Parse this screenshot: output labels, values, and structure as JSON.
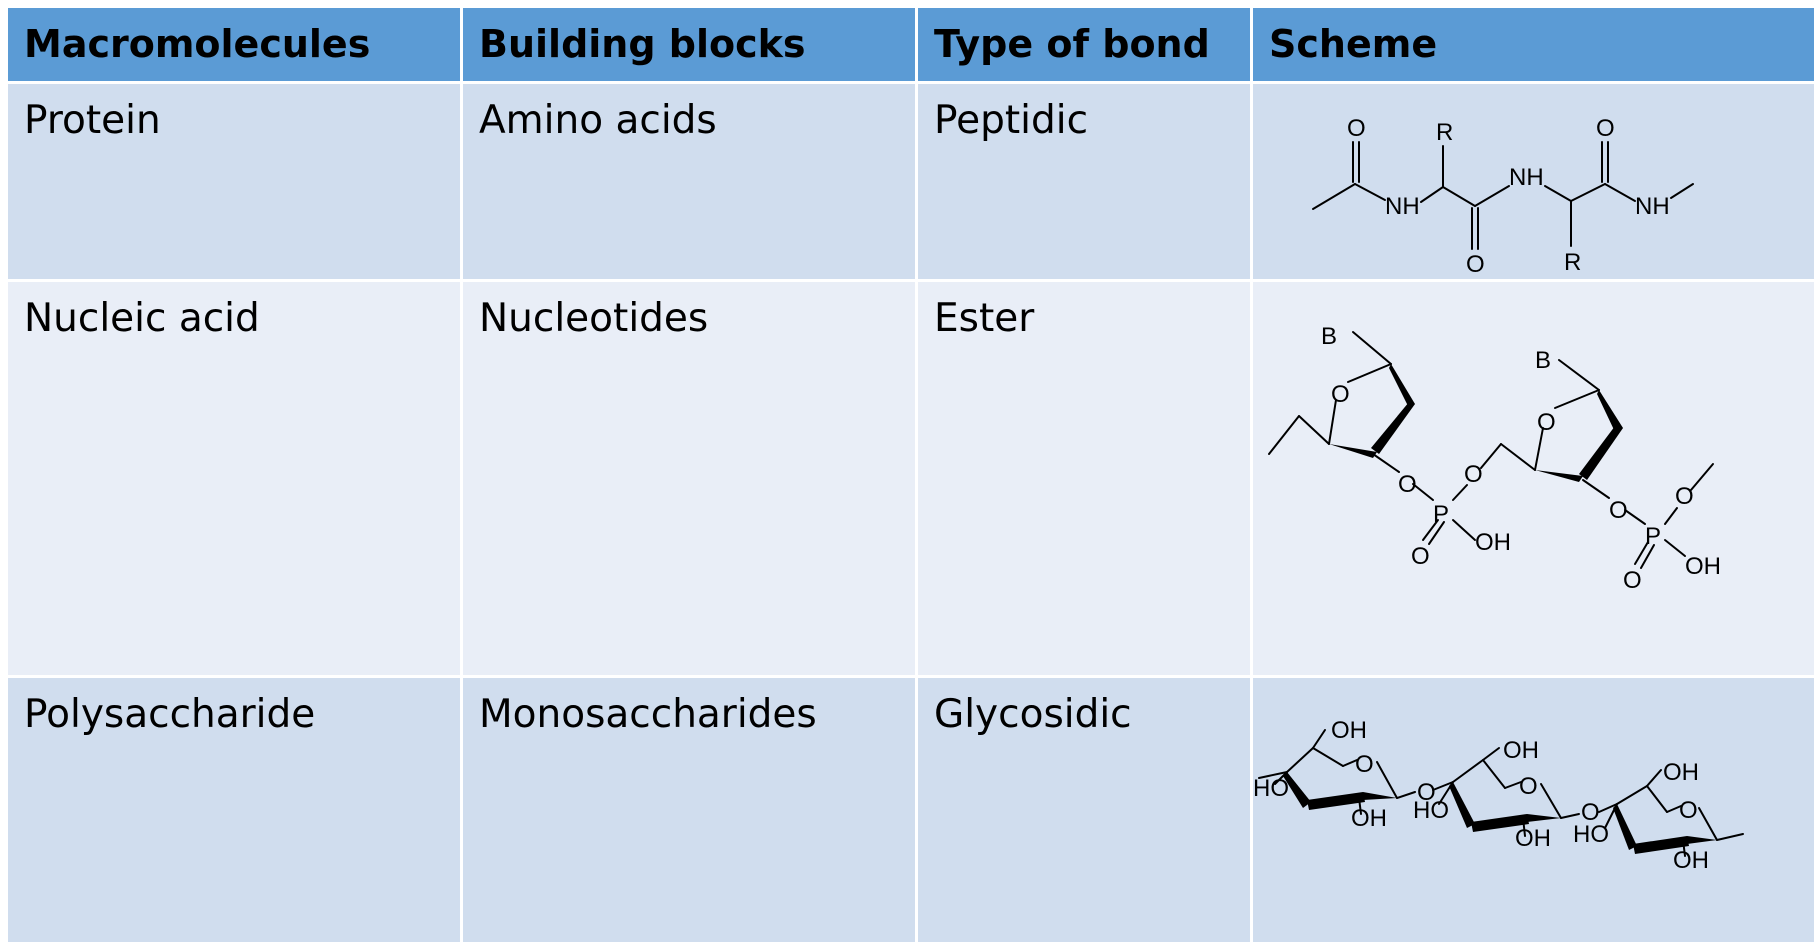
{
  "table": {
    "headers": [
      "Macromolecules",
      "Building blocks",
      "Type of bond",
      "Scheme"
    ],
    "rows": [
      {
        "macromolecule": "Protein",
        "building_blocks": "Amino acids",
        "bond": "Peptidic",
        "scheme_labels": {
          "o1": "O",
          "r1": "R",
          "nh1": "NH",
          "o2": "O",
          "nh2": "NH",
          "r2": "R",
          "o3": "O",
          "nh3": "NH"
        }
      },
      {
        "macromolecule": "Nucleic acid",
        "building_blocks": "Nucleotides",
        "bond": "Ester",
        "scheme_labels": {
          "b1": "B",
          "ring_o1": "O",
          "o_a": "O",
          "o_b": "O",
          "p1": "P",
          "po1": "O",
          "oh1": "OH",
          "b2": "B",
          "ring_o2": "O",
          "o_c": "O",
          "o_d": "O",
          "p2": "P",
          "po2": "O",
          "oh2": "OH"
        }
      },
      {
        "macromolecule": "Polysaccharide",
        "building_blocks": "Monosaccharides",
        "bond": "Glycosidic",
        "scheme_labels": {
          "oh_top1": "OH",
          "ring1": "O",
          "ho1": "HO",
          "oh_bot1": "OH",
          "link1": "O",
          "oh_top2": "OH",
          "ring2": "O",
          "ho2": "HO",
          "oh_bot2": "OH",
          "link2": "O",
          "oh_top3": "OH",
          "ring3": "O",
          "ho3": "HO",
          "oh_bot3": "OH"
        }
      }
    ]
  },
  "colors": {
    "header": "#5b9bd5",
    "row_odd": "#d0ddee",
    "row_even": "#e9eef7"
  }
}
